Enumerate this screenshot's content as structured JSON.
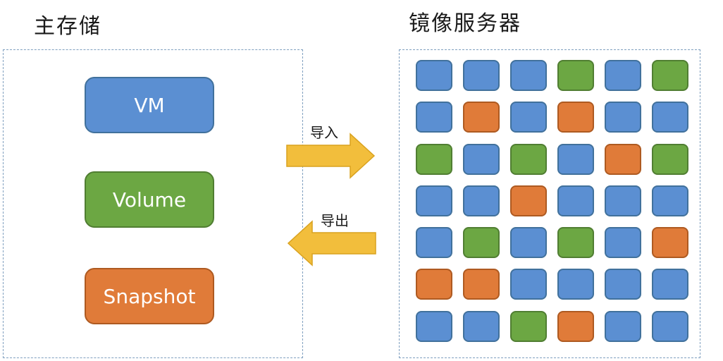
{
  "primary_storage": {
    "title": "主存储",
    "resources": [
      {
        "label": "VM",
        "color": "#5b8fd2"
      },
      {
        "label": "Volume",
        "color": "#6ca743"
      },
      {
        "label": "Snapshot",
        "color": "#e07b39"
      }
    ]
  },
  "mirror_server": {
    "title": "镜像服务器",
    "grid": [
      [
        "blue",
        "blue",
        "blue",
        "green",
        "blue",
        "green"
      ],
      [
        "blue",
        "orange",
        "blue",
        "orange",
        "blue",
        "blue"
      ],
      [
        "green",
        "blue",
        "green",
        "blue",
        "orange",
        "green"
      ],
      [
        "blue",
        "blue",
        "orange",
        "blue",
        "blue",
        "blue"
      ],
      [
        "blue",
        "green",
        "blue",
        "green",
        "blue",
        "orange"
      ],
      [
        "orange",
        "orange",
        "blue",
        "blue",
        "blue",
        "blue"
      ],
      [
        "blue",
        "blue",
        "green",
        "orange",
        "blue",
        "blue"
      ]
    ]
  },
  "arrows": {
    "import_label": "导入",
    "export_label": "导出",
    "arrow_color": "#f2be3c"
  },
  "colors": {
    "blue": "#5b8fd2",
    "green": "#6ca743",
    "orange": "#e07b39",
    "blue_border": "#41719c",
    "green_border": "#507e32",
    "orange_border": "#ae5a21"
  }
}
